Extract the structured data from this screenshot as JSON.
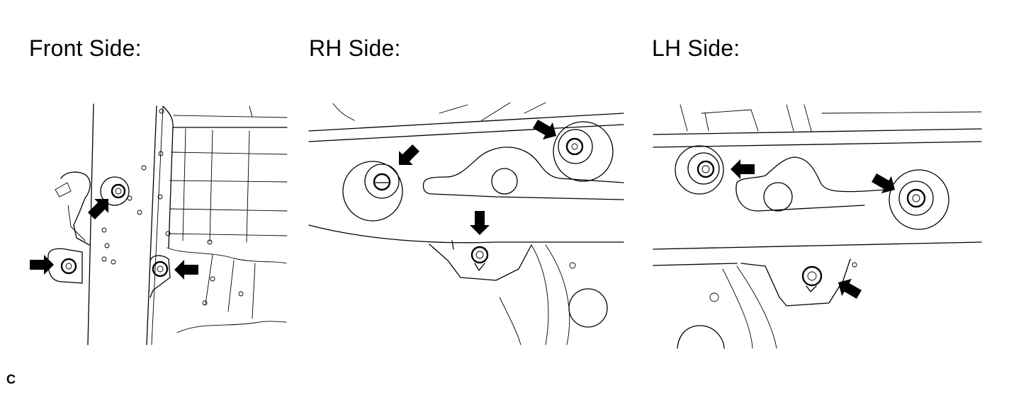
{
  "panels": [
    {
      "title": "Front Side:",
      "arrow_count": 3
    },
    {
      "title": "RH Side:",
      "arrow_count": 3
    },
    {
      "title": "LH Side:",
      "arrow_count": 3
    }
  ],
  "figure_code": "C",
  "colors": {
    "line": "#000000",
    "background": "#ffffff"
  }
}
